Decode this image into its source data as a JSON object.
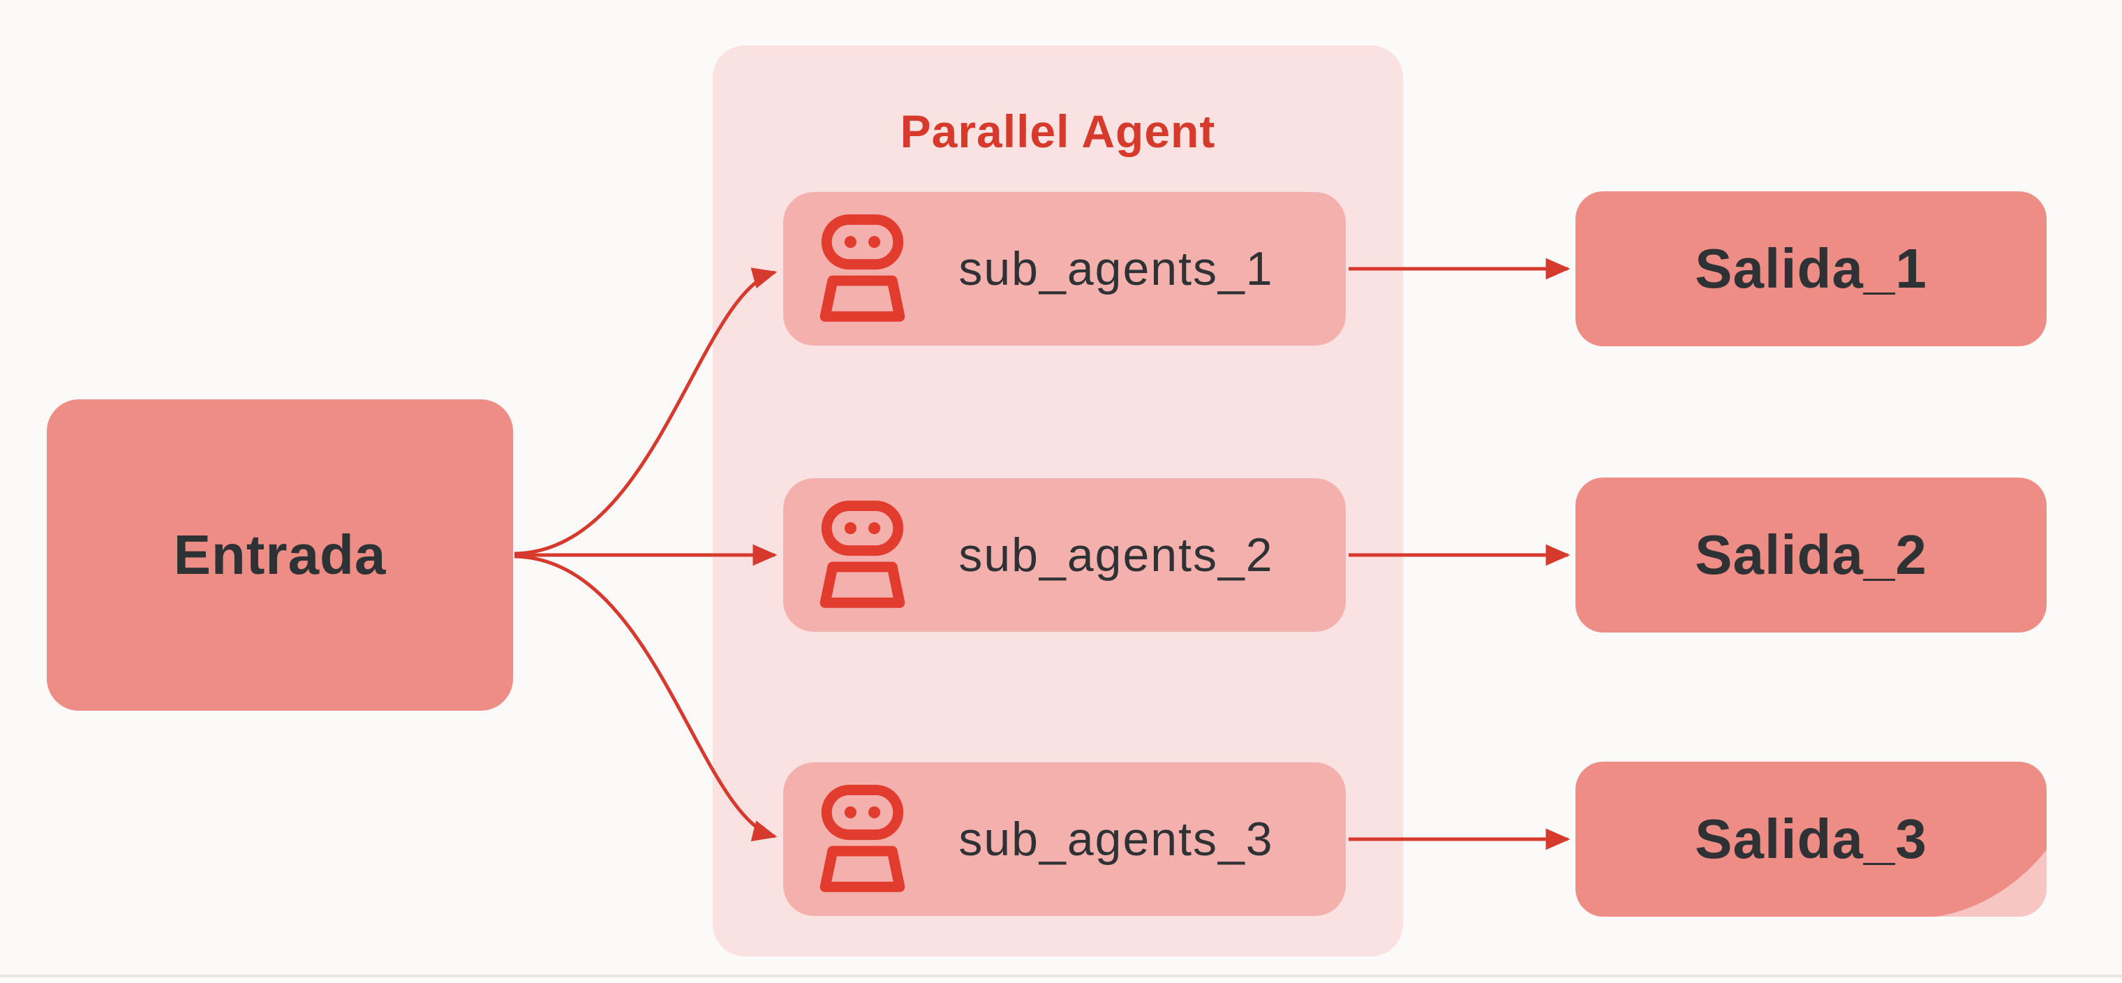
{
  "theme": {
    "background": "#fbfaf8",
    "node-salmon": "#ee8d86",
    "node-pink": "#f4b0ad",
    "container-pink": "#fbe2e2",
    "accent-red": "#d63a2c",
    "icon-red": "#e23c2e",
    "text-dark": "#2f3235"
  },
  "diagram": {
    "group_title": "Parallel Agent",
    "input_node": {
      "label": "Entrada"
    },
    "sub_agent_nodes": [
      {
        "label": "sub_agents_1",
        "icon": "robot-icon"
      },
      {
        "label": "sub_agents_2",
        "icon": "robot-icon"
      },
      {
        "label": "sub_agents_3",
        "icon": "robot-icon"
      }
    ],
    "output_nodes": [
      {
        "label": "Salida_1"
      },
      {
        "label": "Salida_2"
      },
      {
        "label": "Salida_3"
      }
    ]
  }
}
